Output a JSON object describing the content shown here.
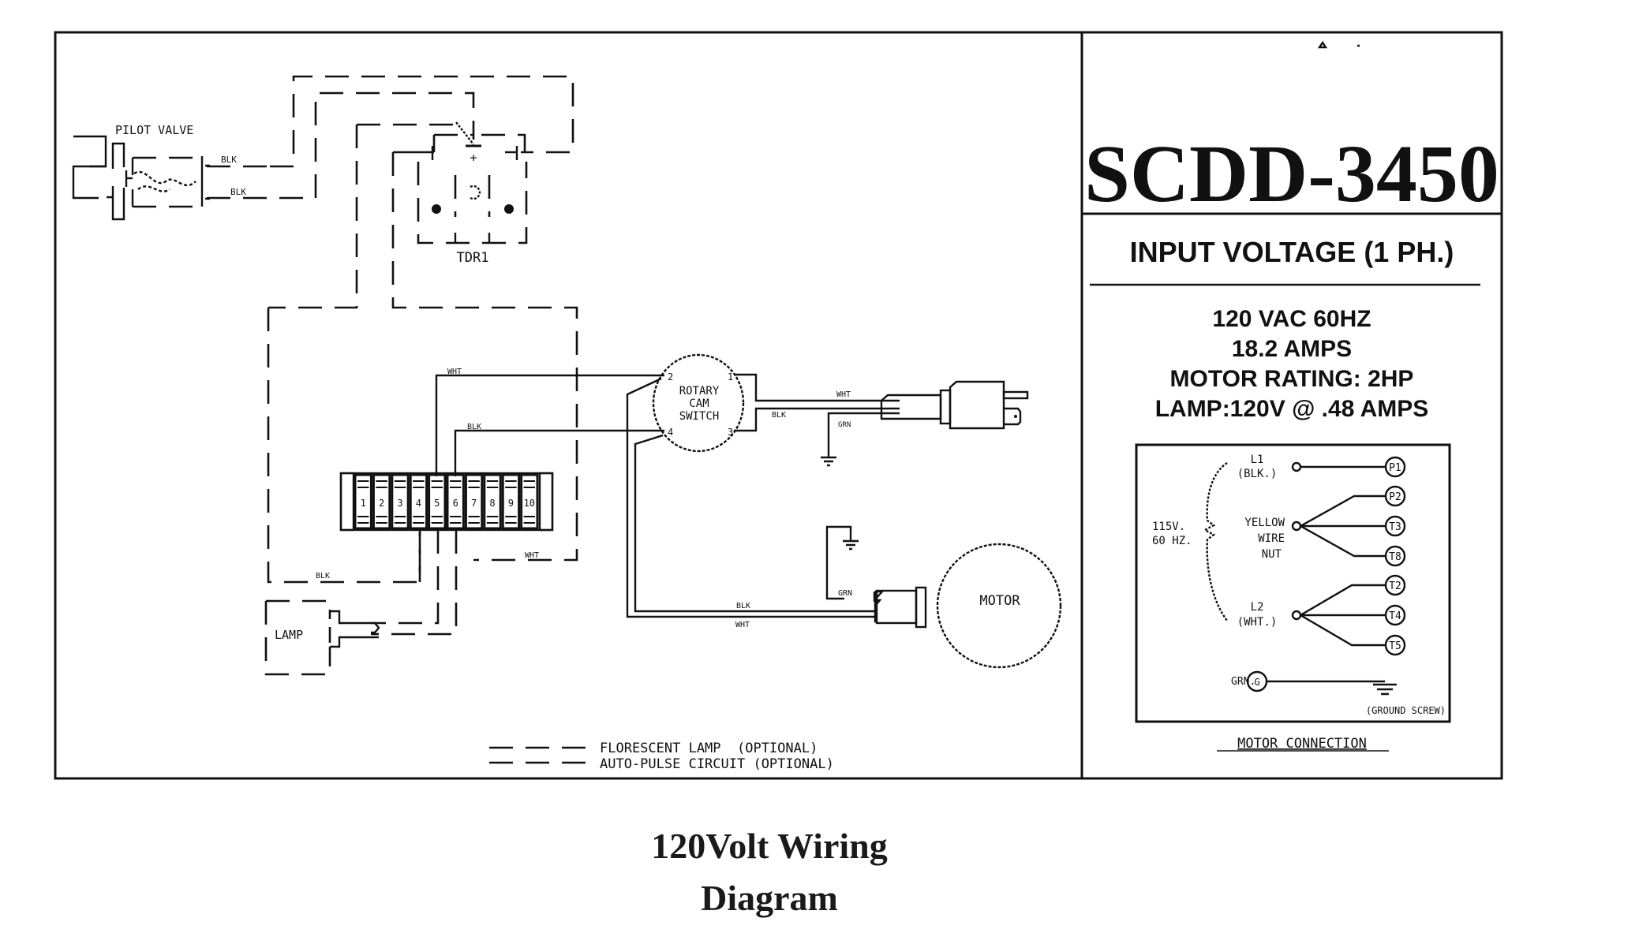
{
  "model": "SCDD-3450",
  "spec_panel": {
    "heading": "INPUT VOLTAGE (1 PH.)",
    "lines": [
      "120 VAC 60HZ",
      "18.2 AMPS",
      "MOTOR RATING: 2HP",
      "LAMP:120V @ .48 AMPS"
    ]
  },
  "motor_connection": {
    "title": "MOTOR CONNECTION",
    "supply_label": [
      "115V.",
      "60 HZ."
    ],
    "l1_label": [
      "L1",
      "(BLK.)"
    ],
    "l2_label": [
      "L2",
      "(WHT.)"
    ],
    "nut_label": [
      "YELLOW",
      "WIRE",
      "NUT"
    ],
    "terminals": [
      "P1",
      "P2",
      "T3",
      "T8",
      "T2",
      "T4",
      "T5"
    ],
    "ground_label": "GRN.",
    "ground_terminal": "G",
    "ground_screw_label": "(GROUND SCREW)"
  },
  "components": {
    "pilot_valve": "PILOT VALVE",
    "tdr": "TDR1",
    "tdr_plus": "+",
    "rotary_switch": [
      "ROTARY",
      "CAM",
      "SWITCH"
    ],
    "switch_terminals": [
      "2",
      "1",
      "4",
      "3"
    ],
    "lamp": "LAMP",
    "motor": "MOTOR",
    "terminal_block": [
      "1",
      "2",
      "3",
      "4",
      "5",
      "6",
      "7",
      "8",
      "9",
      "10"
    ]
  },
  "wire_labels": {
    "pilot_top": "BLK",
    "pilot_bottom": "BLK",
    "to_switch_2": "WHT",
    "to_switch_4": "BLK",
    "plug_wht": "WHT",
    "plug_blk": "BLK",
    "plug_grn": "GRN",
    "motor_blk": "BLK",
    "motor_wht": "WHT",
    "motor_grn": "GRN",
    "lamp_loop": "BLK",
    "block_wht": "WHT"
  },
  "legend": [
    {
      "label": "FLORESCENT LAMP  (OPTIONAL)"
    },
    {
      "label": "AUTO-PULSE CIRCUIT (OPTIONAL)"
    }
  ],
  "caption": [
    "120Volt Wiring",
    "Diagram"
  ]
}
